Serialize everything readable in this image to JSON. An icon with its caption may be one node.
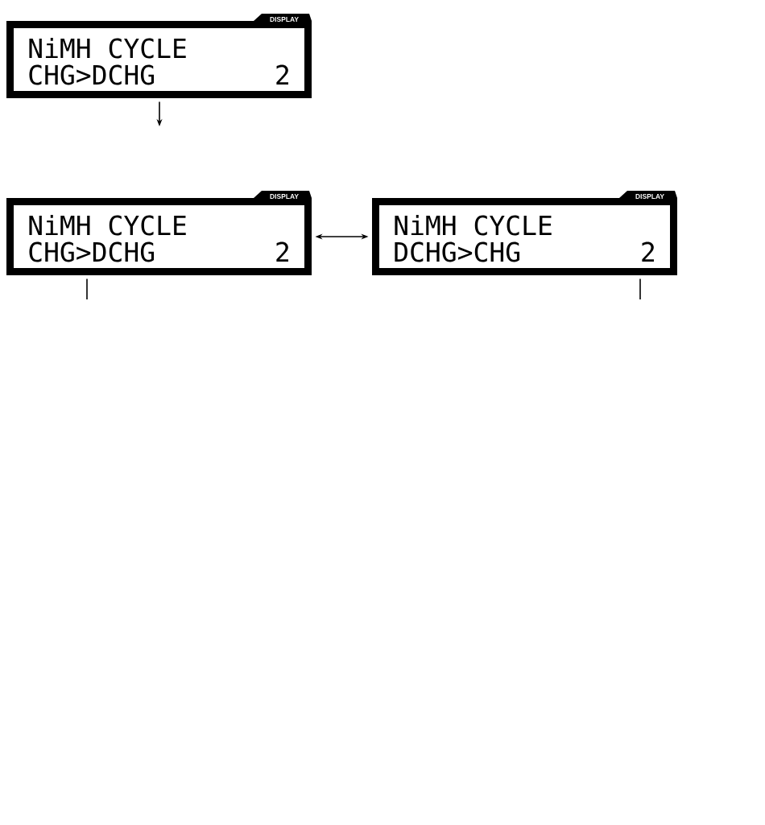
{
  "diagram": {
    "nodes": [
      {
        "text": [
          "DISPLAY",
          "NiMH CYCLE",
          "CHG>DCHG",
          "2"
        ]
      },
      {
        "text": [
          "DISPLAY",
          "NiMH CYCLE",
          "CHG>DCHG",
          "2"
        ]
      },
      {
        "text": [
          "DISPLAY",
          "NiMH CYCLE",
          "DCHG>CHG",
          "2"
        ]
      }
    ],
    "edges": [
      {
        "from": 0,
        "to": null,
        "arrow": "to"
      },
      {
        "from": 1,
        "to": 2,
        "arrow": "both"
      },
      {
        "from": 1,
        "to": null,
        "arrow": "none"
      },
      {
        "from": 2,
        "to": null,
        "arrow": "none"
      }
    ]
  }
}
